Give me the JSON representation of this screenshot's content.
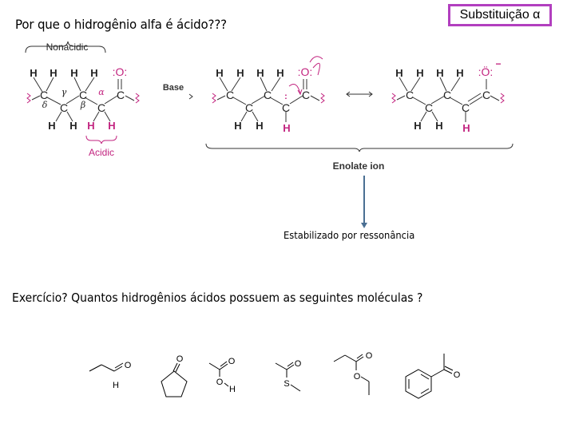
{
  "header": {
    "title": "Por que o hidrogênio alfa é ácido???",
    "badge": "Substituição α",
    "badge_border_color": "#b23fbf"
  },
  "mechanism": {
    "label_nonacidic": "Nonacidic",
    "label_acidic": "Acidic",
    "label_base": "Base",
    "label_enolate": "Enolate ion",
    "greek": {
      "delta": "δ",
      "gamma": "γ",
      "beta": "β",
      "alpha": "α"
    },
    "atom_H": "H",
    "atom_C": "C",
    "atom_O_carbonyl": ":O:",
    "atom_O_enolate": ":Ö:",
    "charge": "−",
    "highlight_color": "#c2237f",
    "resonance_arrow": "⟷"
  },
  "stabilized_label": "Estabilizado por ressonância",
  "exercise": {
    "question": "Exercício? Quantos hidrogênios ácidos possuem as seguintes moléculas ?",
    "molecules": [
      {
        "name": "propanal",
        "labels": [
          "O",
          "H"
        ]
      },
      {
        "name": "cyclopentanone",
        "labels": [
          "O"
        ]
      },
      {
        "name": "acetic-acid",
        "labels": [
          "O",
          "O",
          "H"
        ]
      },
      {
        "name": "s-methyl-thioacetate",
        "labels": [
          "O",
          "S"
        ]
      },
      {
        "name": "ethyl-propanoate",
        "labels": [
          "O",
          "O"
        ]
      },
      {
        "name": "acetophenone",
        "labels": [
          "O"
        ]
      }
    ]
  }
}
